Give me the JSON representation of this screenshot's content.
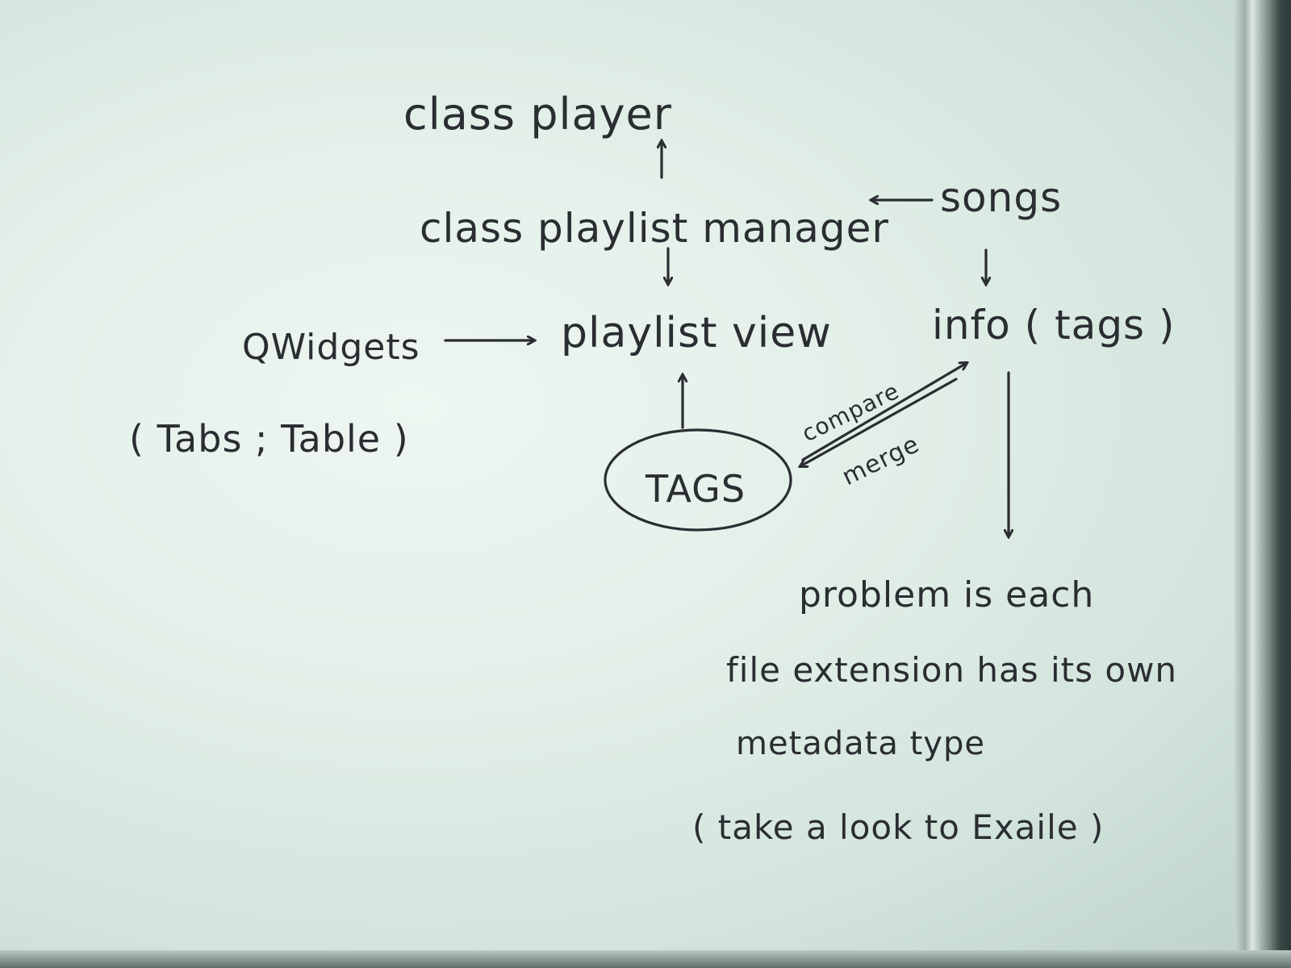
{
  "nodes": {
    "class_player": "class player",
    "class_playlist_manager": "class playlist manager",
    "songs": "songs",
    "playlist_view": "playlist view",
    "qwidgets": "QWidgets",
    "tabs_table": "( Tabs ; Table )",
    "info_tags": "info ( tags )",
    "tags": "TAGS"
  },
  "edge_labels": {
    "compare": "compare",
    "merge": "merge"
  },
  "note": {
    "line1": "problem is each",
    "line2": "file extension has its own",
    "line3": "metadata type",
    "line4": "( take a look to Exaile )"
  }
}
